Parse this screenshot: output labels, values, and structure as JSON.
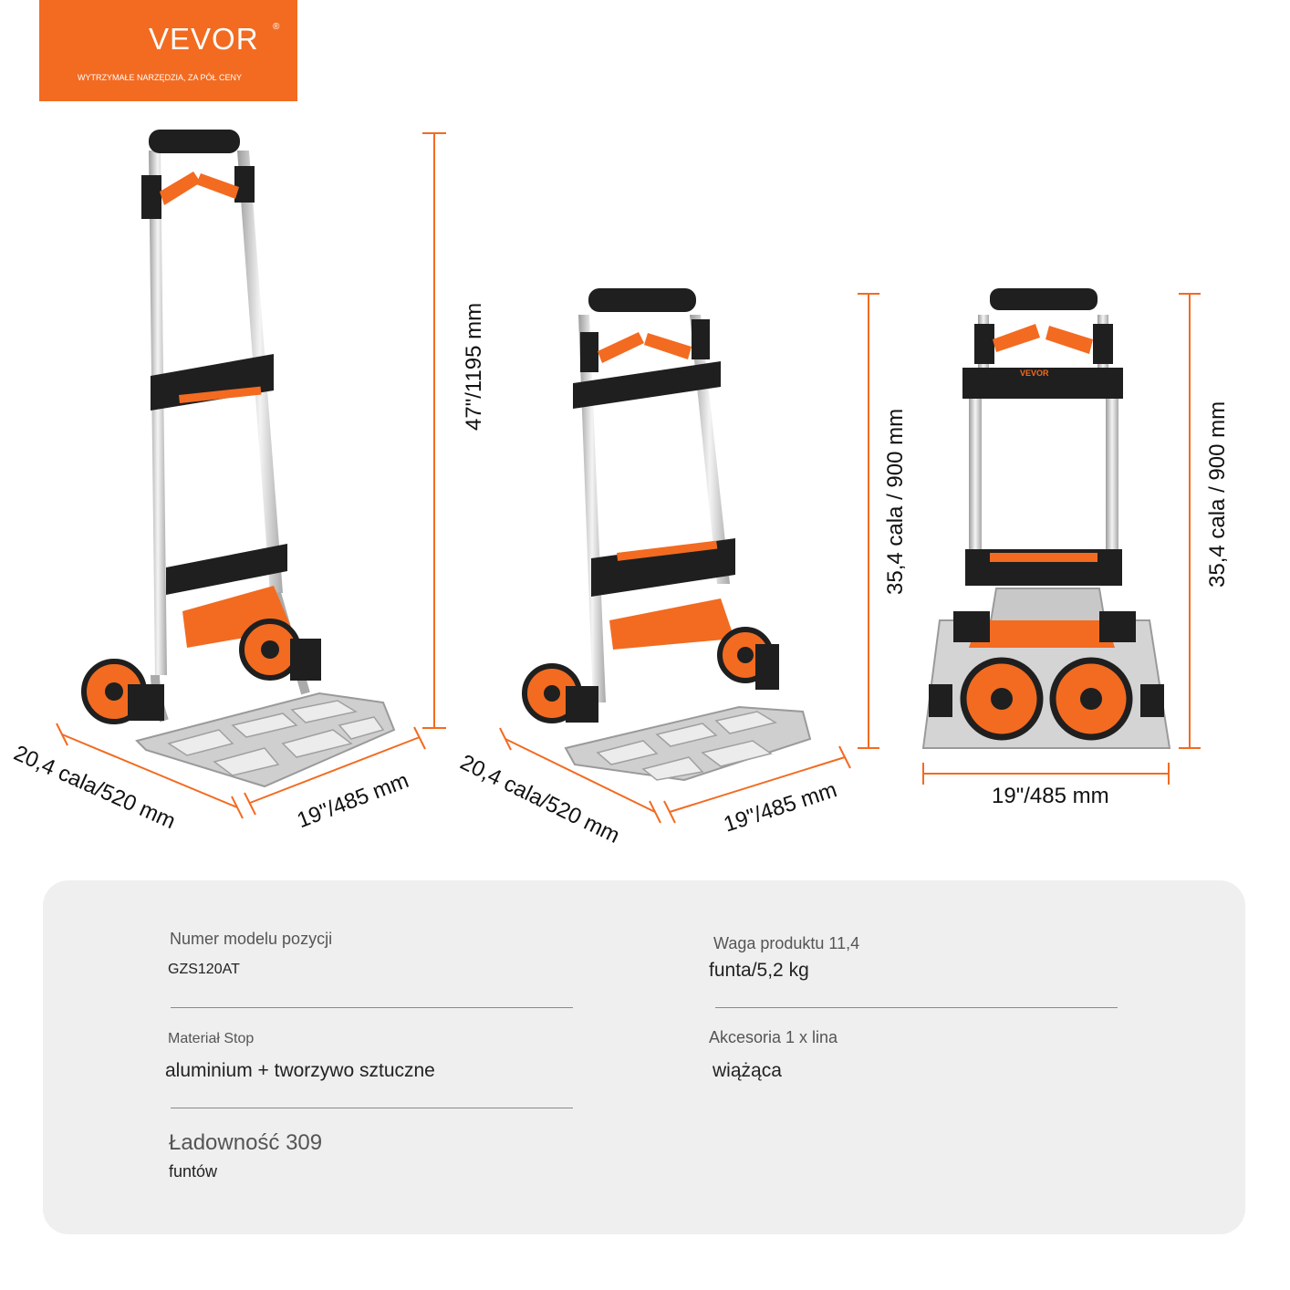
{
  "brand": {
    "name": "VEVOR",
    "registered_mark": "®",
    "tagline": "WYTRZYMAŁE NARZĘDZIA, ZA PÓŁ CENY"
  },
  "colors": {
    "accent": "#f26b21",
    "panel_bg": "#efefef",
    "frame_black": "#1f1f1f",
    "aluminium": "#c9c9c9"
  },
  "dimensions": {
    "view1_height": "47\"/1195 mm",
    "view1_depth": "20,4 cala/520 mm",
    "view1_width": "19\"/485 mm",
    "view2_depth": "20,4 cala/520 mm",
    "view2_width": "19\"/485 mm",
    "view2_height": "35,4 cala / 900 mm",
    "view3_height": "35,4 cala / 900 mm",
    "view3_width": "19\"/485 mm"
  },
  "specs": {
    "model_label": "Numer modelu pozycji",
    "model_value": "GZS120AT",
    "weight_label": "Waga produktu 11,4",
    "weight_value": "funta/5,2 kg",
    "material_label": "Materiał Stop",
    "material_value": "aluminium + tworzywo sztuczne",
    "accessories_label": "Akcesoria 1 x lina",
    "accessories_value": "wiążąca",
    "capacity_label": "Ładowność 309",
    "capacity_value": "funtów"
  }
}
